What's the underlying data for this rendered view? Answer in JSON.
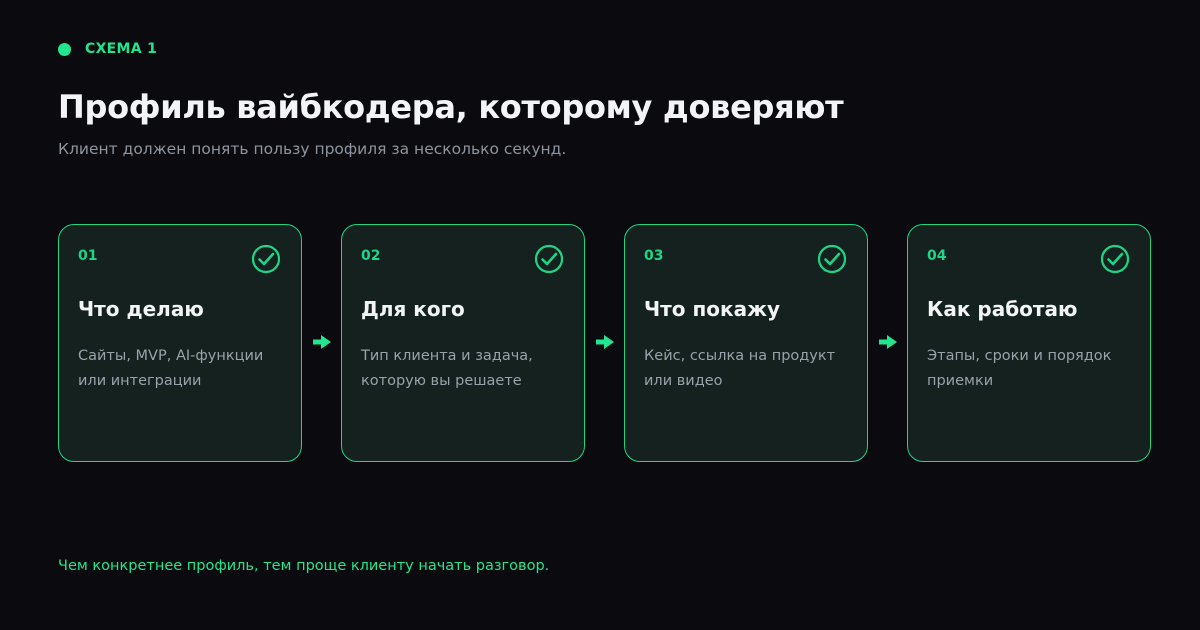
{
  "header": {
    "tag": "СХЕМА 1",
    "title": "Профиль вайбкодера, которому доверяют",
    "subtitle": "Клиент должен понять пользу профиля за несколько секунд."
  },
  "steps": [
    {
      "number": "01",
      "title": "Что делаю",
      "description": "Сайты, MVP, AI-функции или интеграции",
      "icon": "check-circle-icon"
    },
    {
      "number": "02",
      "title": "Для кого",
      "description": "Тип клиента и задача, которую вы решаете",
      "icon": "check-circle-icon"
    },
    {
      "number": "03",
      "title": "Что покажу",
      "description": "Кейс, ссылка на продукт или видео",
      "icon": "check-circle-icon"
    },
    {
      "number": "04",
      "title": "Как работаю",
      "description": "Этапы, сроки и порядок приемки",
      "icon": "check-circle-icon"
    }
  ],
  "connector_icon": "arrow-right-icon",
  "footer": "Чем конкретнее профиль, тем проще клиенту начать разговор.",
  "colors": {
    "background": "#0b0b0f",
    "accent": "#1fd585",
    "card_background": "#14211e",
    "title_text": "#f2f4f7",
    "muted_text": "#8e949e"
  }
}
